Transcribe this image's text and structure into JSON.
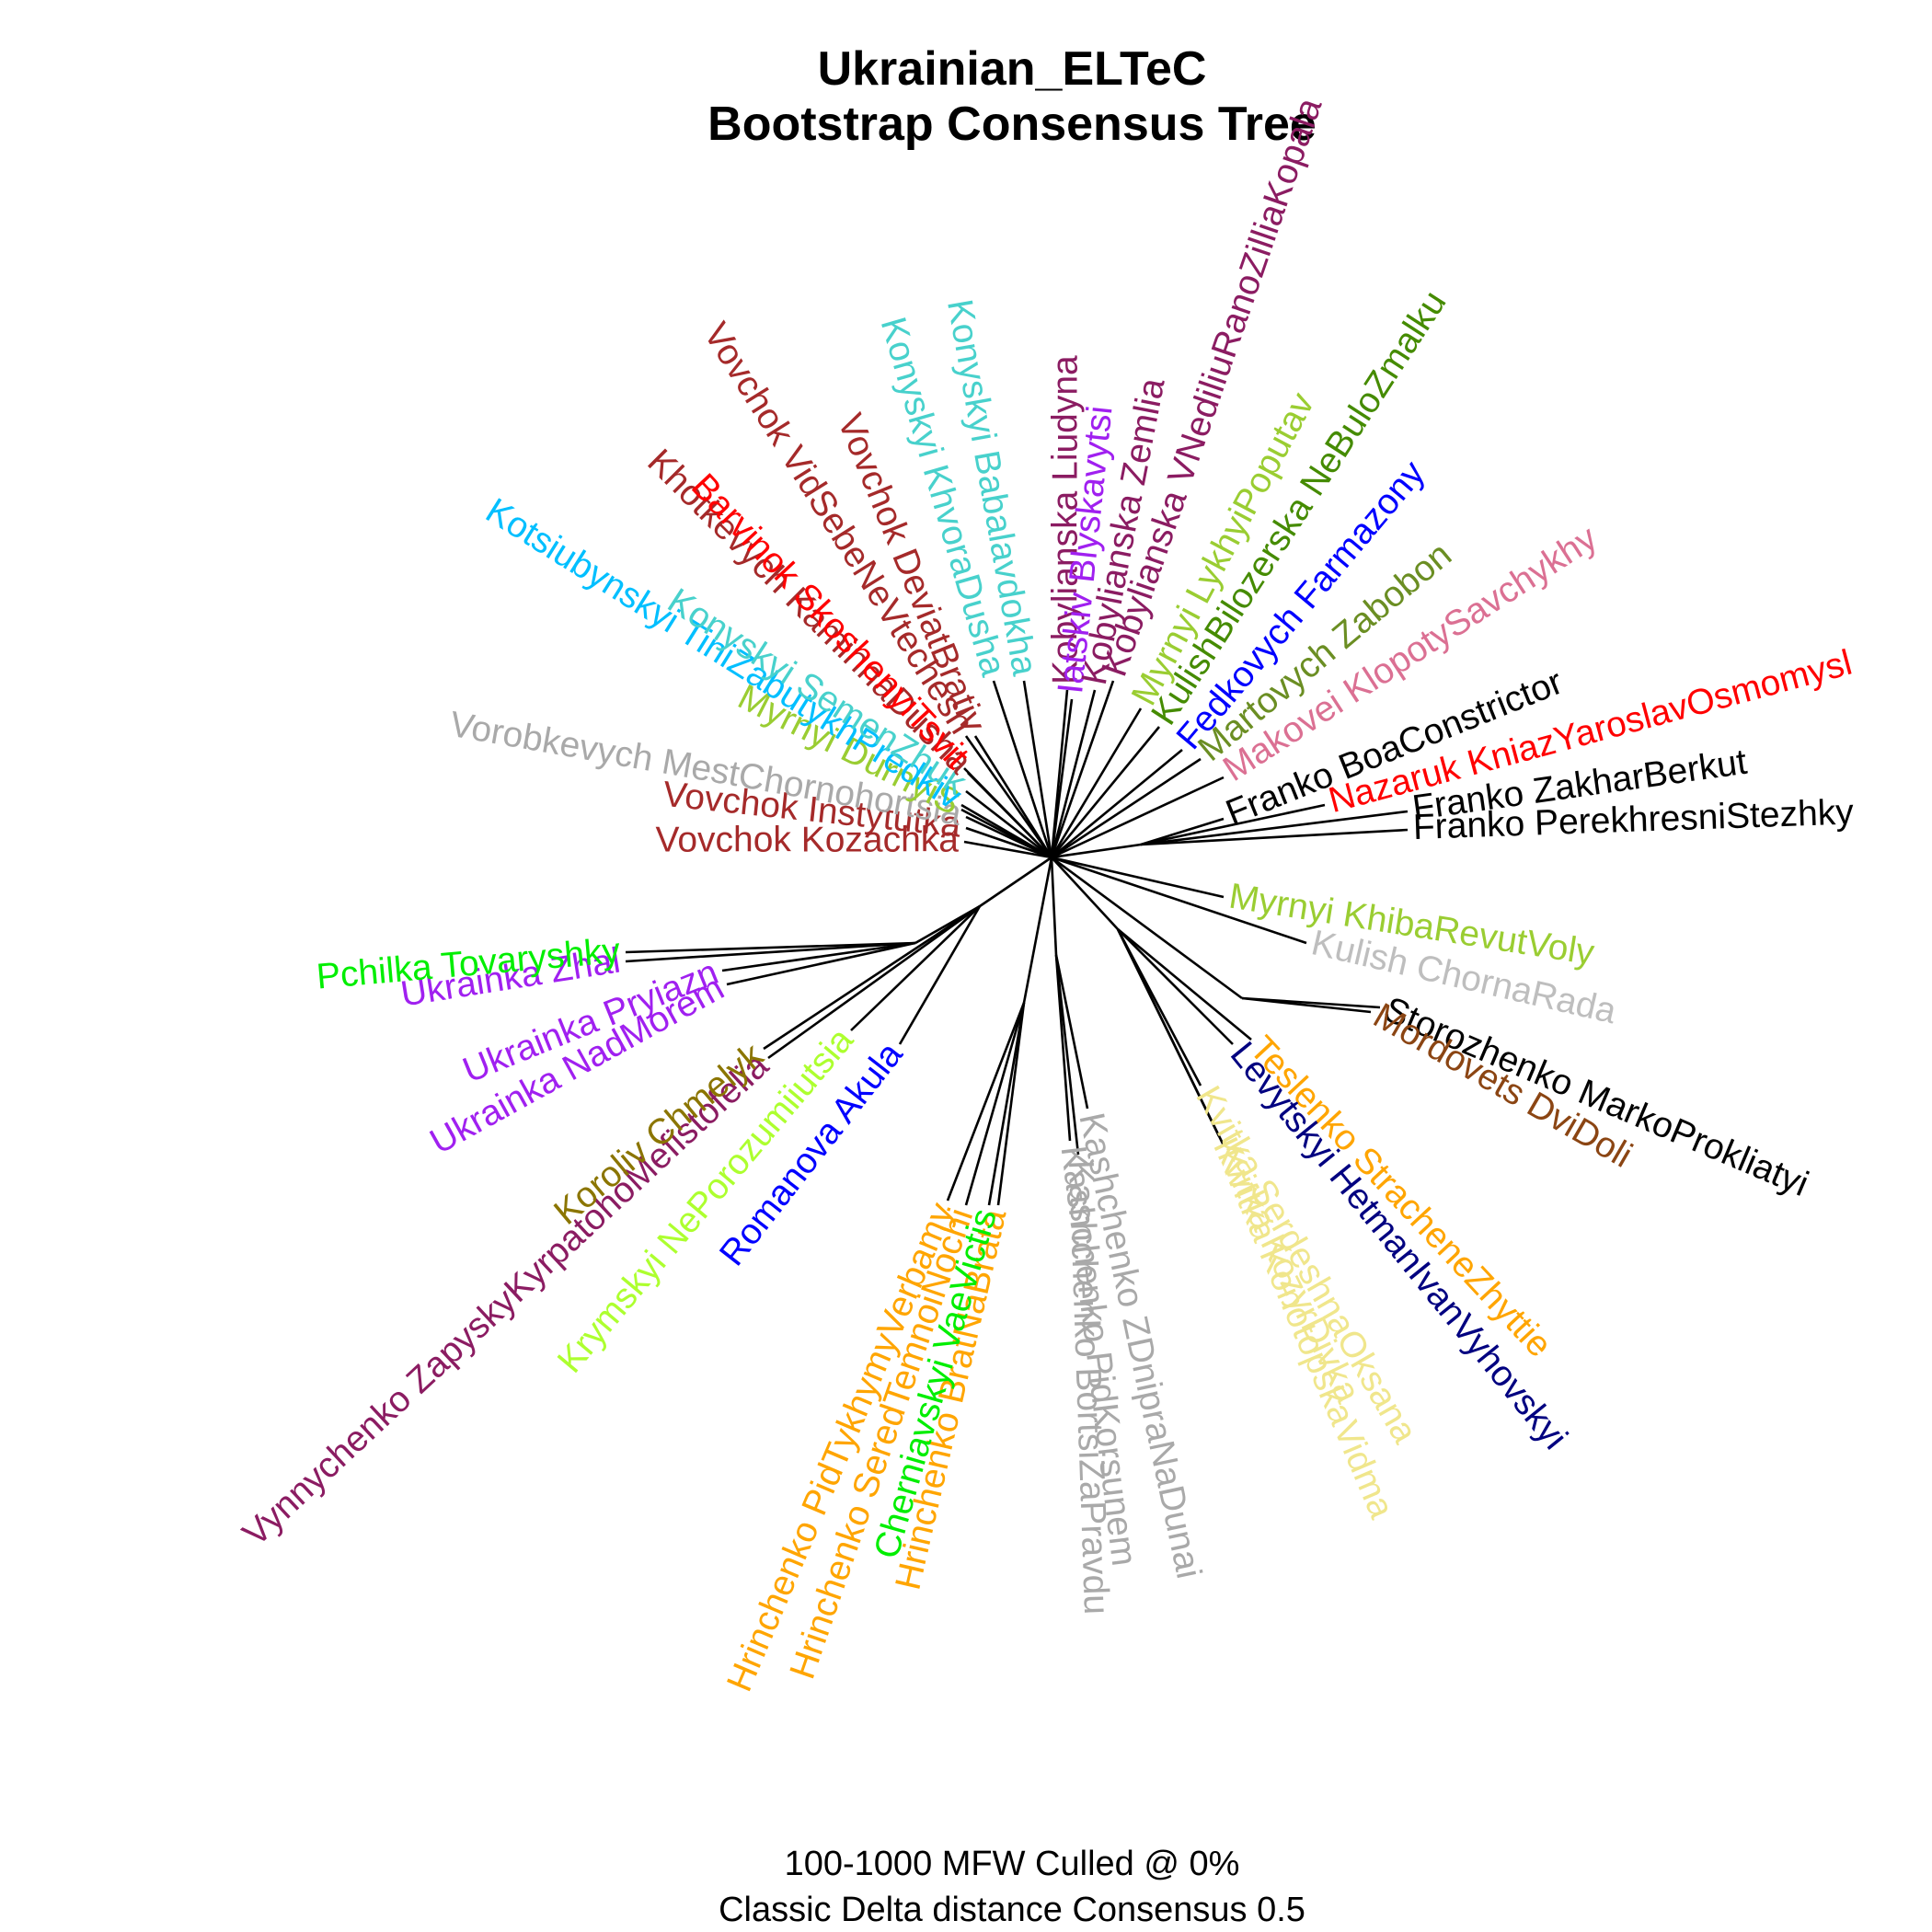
{
  "title": "Ukrainian_ELTeC",
  "subtitle": "Bootstrap Consensus Tree",
  "footer": {
    "line1": "100-1000 MFW  Culled @ 0%",
    "line2": "Classic Delta distance Consensus 0.5"
  },
  "tree": {
    "type": "unrooted-consensus-tree",
    "leaves": [
      {
        "label": "Franko BoaConstrictor",
        "color": "#000000"
      },
      {
        "label": "Nazaruk KniazYaroslavOsmomysl",
        "color": "#ff0000"
      },
      {
        "label": "Franko ZakharBerkut",
        "color": "#000000"
      },
      {
        "label": "Franko PerekhresniStezhky",
        "color": "#000000"
      },
      {
        "label": "Myrnyi KhibaRevutVoly",
        "color": "#9acd32"
      },
      {
        "label": "Kulish ChornaRada",
        "color": "#bebebe"
      },
      {
        "label": "Storozhenko MarkoProkliatyi",
        "color": "#000000"
      },
      {
        "label": "Mordovets DviDoli",
        "color": "#8b4513"
      },
      {
        "label": "Teslenko StracheneZhyttie",
        "color": "#ffa500"
      },
      {
        "label": "Levytskyi HetmanIvanVyhovskyi",
        "color": "#000080"
      },
      {
        "label": "Kvitka SerdeshnaOksana",
        "color": "#f0e68c"
      },
      {
        "label": "Kvitka KozyrDivka",
        "color": "#f0e68c"
      },
      {
        "label": "Kvitka KonotopskaVidma",
        "color": "#f0e68c"
      },
      {
        "label": "Kashchenko ZDnipraNaDunai",
        "color": "#a9a9a9"
      },
      {
        "label": "Kashchenko PidKorsunem",
        "color": "#a9a9a9"
      },
      {
        "label": "Kashchenko BortsiZaPravdu",
        "color": "#a9a9a9"
      },
      {
        "label": "Hrinchenko BratNaBrata",
        "color": "#ffa500"
      },
      {
        "label": "Cherniavskyi VaeVictis",
        "color": "#00ee00"
      },
      {
        "label": "Hrinchenko SeredTemnoiNochi",
        "color": "#ffa500"
      },
      {
        "label": "Hrinchenko PidTykhymyVerbamy",
        "color": "#ffa500"
      },
      {
        "label": "Romanova Akula",
        "color": "#0000ff"
      },
      {
        "label": "Krymskyi NePorozumiiutsia",
        "color": "#adff2f"
      },
      {
        "label": "Vynnychenko ZapyskyKyrpatohoMefistofelia",
        "color": "#8b1c62"
      },
      {
        "label": "Koroliv Chmelyk",
        "color": "#8b7500"
      },
      {
        "label": "Ukrainka NadMorem",
        "color": "#a020f0"
      },
      {
        "label": "Ukrainka Pryiazn",
        "color": "#a020f0"
      },
      {
        "label": "Ukrainka Zhal",
        "color": "#a020f0"
      },
      {
        "label": "Pchilka Tovaryshky",
        "color": "#00ee00"
      },
      {
        "label": "Vovchok Kozachka",
        "color": "#a52a2a"
      },
      {
        "label": "Vovchok Instytutka",
        "color": "#a52a2a"
      },
      {
        "label": "Vorobkevych MestChornohortsia",
        "color": "#a9a9a9"
      },
      {
        "label": "Myrnyi DurnyiS",
        "color": "#9acd32"
      },
      {
        "label": "Kotsiubynskyi TiniZabutykhPredkiv",
        "color": "#00bfff"
      },
      {
        "label": "Konyskyi SemenZhuk",
        "color": "#48d1cc"
      },
      {
        "label": "Khotkevych KaminnaDusha",
        "color": "#a52a2a"
      },
      {
        "label": "Barvinok SkoshenyiTsvit",
        "color": "#ff0000"
      },
      {
        "label": "Vovchok VidSebeNeVtechesh",
        "color": "#a52a2a"
      },
      {
        "label": "Vovchok DeviatBrativ",
        "color": "#a52a2a"
      },
      {
        "label": "Konyskyi KhvoraDusha",
        "color": "#48d1cc"
      },
      {
        "label": "Konyskyi Babalavdokha",
        "color": "#48d1cc"
      },
      {
        "label": "Kobylianska Liudyna",
        "color": "#8b1c62"
      },
      {
        "label": "Iatskiv Blyskavytsi",
        "color": "#a020f0"
      },
      {
        "label": "Kobylianska Zemlia",
        "color": "#8b1c62"
      },
      {
        "label": "Kobylianska VNediliuRanoZilliaKopala",
        "color": "#8b1c62"
      },
      {
        "label": "Myrnyi LykhyiPoputav",
        "color": "#9acd32"
      },
      {
        "label": "KulishBilozerska NeBuloZmalku",
        "color": "#458b00"
      },
      {
        "label": "Fedkovych Farmazony",
        "color": "#0000ff"
      },
      {
        "label": "Martovych Zabobon",
        "color": "#6b8e23"
      },
      {
        "label": "Makovei KlopotySavchykhy",
        "color": "#db7093"
      }
    ]
  }
}
